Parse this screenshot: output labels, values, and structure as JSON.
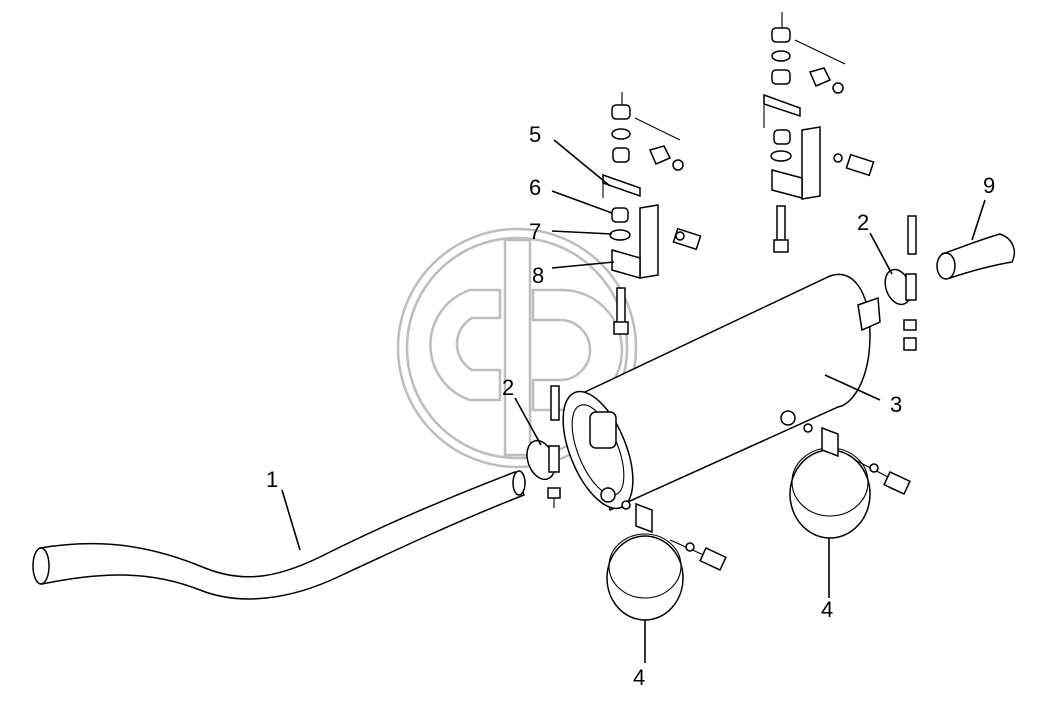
{
  "diagram": {
    "callouts": [
      {
        "id": "1",
        "text": "1"
      },
      {
        "id": "2a",
        "text": "2"
      },
      {
        "id": "2b",
        "text": "2"
      },
      {
        "id": "3",
        "text": "3"
      },
      {
        "id": "4a",
        "text": "4"
      },
      {
        "id": "4b",
        "text": "4"
      },
      {
        "id": "5",
        "text": "5"
      },
      {
        "id": "6",
        "text": "6"
      },
      {
        "id": "7",
        "text": "7"
      },
      {
        "id": "8",
        "text": "8"
      },
      {
        "id": "9",
        "text": "9"
      }
    ]
  }
}
